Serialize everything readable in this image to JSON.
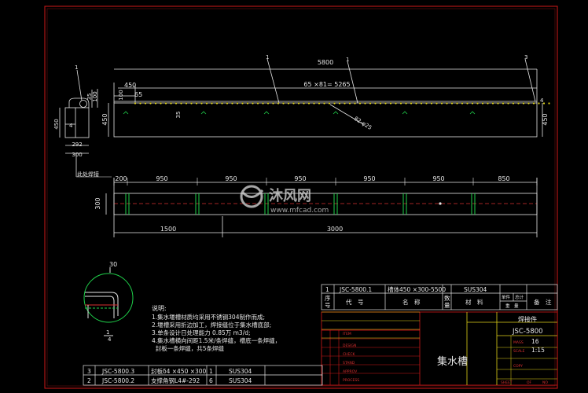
{
  "colors": {
    "bg": "#000000",
    "frame": "#d01818",
    "line": "#e6e6e6",
    "dim": "#e8e8e8",
    "part": "#1fd04a",
    "accent": "#e0d21a",
    "hidden": "#d83030",
    "cyan": "#20c8d8"
  },
  "side_view": {
    "h_total": "450",
    "h_upper": "100",
    "h_small": "35",
    "w_total": "300",
    "w_inner": "292",
    "label_left": "4",
    "balloon": "1",
    "weld_note": "此处焊接"
  },
  "front_view": {
    "len_total": "5800",
    "holes": "65 ×81= 5265",
    "start_offset": "450",
    "hole_edge": "65",
    "height_left": "100",
    "upper_dim": "35",
    "height_right": "450",
    "height_left2": "450",
    "hole_note": "82-φ25",
    "balloon_1": "1",
    "balloon_3": "3",
    "balloon_4": "4"
  },
  "plan_view": {
    "seg_dims": [
      "200",
      "950",
      "950",
      "950",
      "950",
      "950",
      "850"
    ],
    "width": "300",
    "dim_1500": "1500",
    "dim_3000": "3000"
  },
  "detail": {
    "radius_label": "30",
    "section_mark": "1",
    "section_scale": "4"
  },
  "watermark": {
    "cn": "沐风网",
    "url": "www.mfcad.com"
  },
  "notes": {
    "title": "说明:",
    "lines": [
      "1.集水堰槽材质均采用不锈钢304制作而成;",
      "2.堰槽采用折边加工，焊接缝位于集水槽底部;",
      "3.单条设计日处理能力 0.85万 m3/d;",
      "4.集水槽横向间距1.5米/条焊缝，槽底一条焊缝，",
      "  封板一条焊缝，共5条焊缝"
    ]
  },
  "bom": {
    "rows_top": [
      {
        "no": "1",
        "code": "JSC-5800.1",
        "name": "槽体450 ×300-5500",
        "qty": "",
        "mat": "SUS304"
      }
    ],
    "header": {
      "seq": "序",
      "seq2": "号",
      "code": "代　号",
      "name": "名　称",
      "qty": "数",
      "qty2": "量",
      "mat": "材　料",
      "single": "单件",
      "total": "总计",
      "weight": "重　量",
      "note": "备　注"
    },
    "rows_bottom": [
      {
        "no": "3",
        "code": "JSC-5800.3",
        "name": "封板δ4 ×450 ×300",
        "qty": "1",
        "mat": "SUS304"
      },
      {
        "no": "2",
        "code": "JSC-5800.2",
        "name": "支撑角钢L4#-292",
        "qty": "6",
        "mat": "SUS304"
      }
    ]
  },
  "title_block": {
    "drawing_name": "集水槽",
    "type": "焊接件",
    "code": "JSC-5800",
    "item_labels": [
      "ITEM",
      "DESIGN",
      "CHECK",
      "STAND",
      "APPROV",
      "PROCESS"
    ],
    "right_labels": [
      "MASS",
      "SCALE",
      "COPY"
    ],
    "mass": "16",
    "scale": "1:15",
    "sheet": "SHEET",
    "of": "OF",
    "no": "NO"
  }
}
